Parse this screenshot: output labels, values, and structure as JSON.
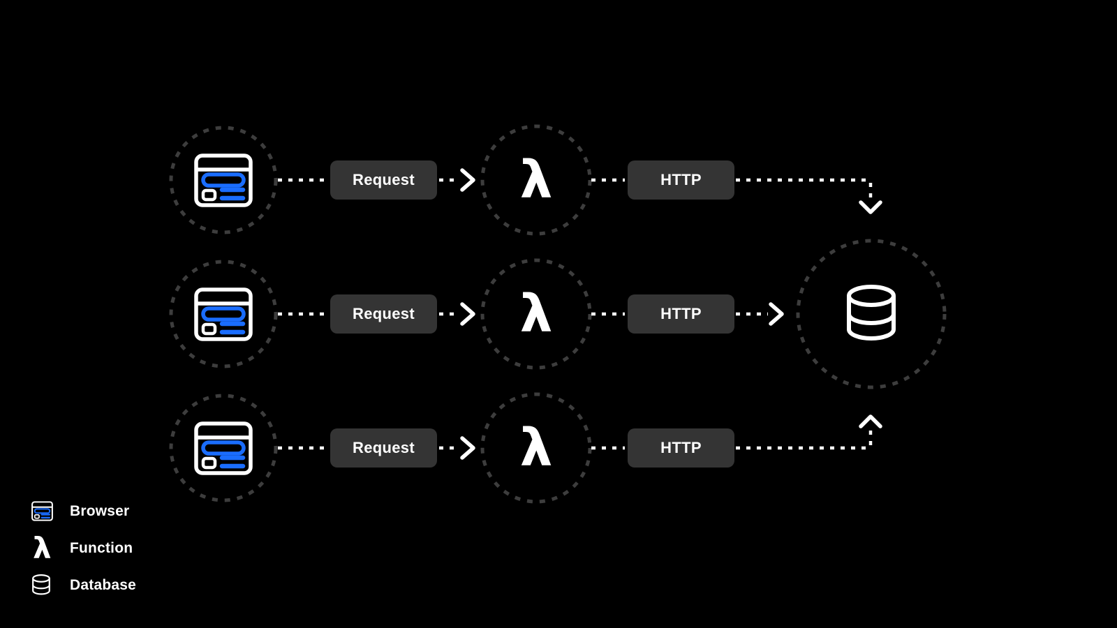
{
  "colors": {
    "background": "#000000",
    "accent_blue": "#1a6dff",
    "pill_background": "#343434",
    "dashed_circle_gray": "#3d3d3d",
    "connector_white": "#ffffff",
    "text": "#ffffff"
  },
  "flow": {
    "rows": [
      {
        "request_label": "Request",
        "http_label": "HTTP",
        "function_glyph": "λ"
      },
      {
        "request_label": "Request",
        "http_label": "HTTP",
        "function_glyph": "λ"
      },
      {
        "request_label": "Request",
        "http_label": "HTTP",
        "function_glyph": "λ"
      }
    ]
  },
  "legend": {
    "items": [
      {
        "icon": "browser-icon",
        "label": "Browser"
      },
      {
        "icon": "function-icon",
        "label": "Function",
        "glyph": "λ"
      },
      {
        "icon": "database-icon",
        "label": "Database"
      }
    ]
  }
}
